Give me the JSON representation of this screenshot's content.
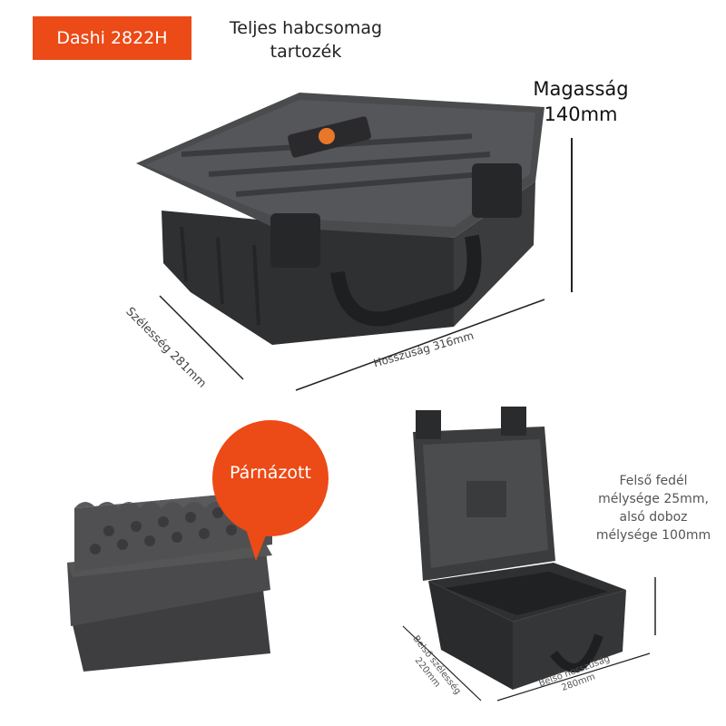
{
  "badge": {
    "model": "Dashi 2822H"
  },
  "header": {
    "foam_line1": "Teljes habcsomag",
    "foam_line2": "tartozék"
  },
  "dimensions": {
    "height_line1": "Magasság",
    "height_line2": "140mm",
    "length": "Hosszúság 316mm",
    "width": "Szélesség 281mm"
  },
  "callout": {
    "padded": "Párnázott"
  },
  "open_case": {
    "depth_line1": "Felső fedél",
    "depth_line2": "mélysége 25mm,",
    "depth_line3": "alsó doboz",
    "depth_line4": "mélysége 100mm",
    "inner_width_line1": "Belső szélesség",
    "inner_width_line2": "220mm",
    "inner_length_line1": "Belső hosszúság",
    "inner_length_line2": "280mm"
  },
  "colors": {
    "accent": "#ec4a16",
    "case": "#3a3b3d",
    "foam": "#4a4a4c"
  }
}
